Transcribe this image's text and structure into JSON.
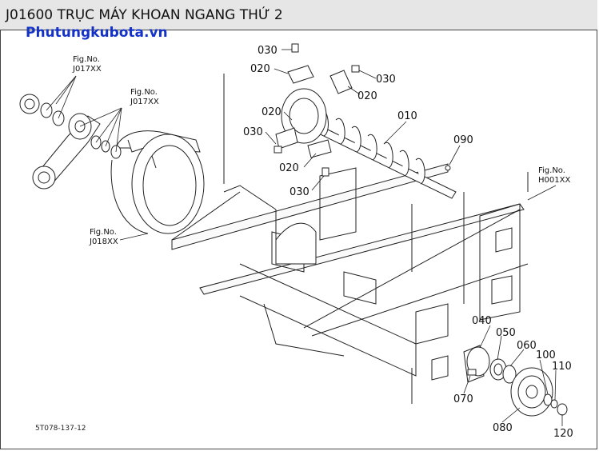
{
  "header": {
    "title": "J01600 TRỤC MÁY KHOAN NGANG THỨ 2"
  },
  "watermark": "Phutungkubota.vn",
  "figure_refs": [
    {
      "id": "fig-j017-a",
      "label": "Fig.No.",
      "code": "J017XX"
    },
    {
      "id": "fig-j017-b",
      "label": "Fig.No.",
      "code": "J017XX"
    },
    {
      "id": "fig-j018",
      "label": "Fig.No.",
      "code": "J018XX"
    },
    {
      "id": "fig-h001",
      "label": "Fig.No.",
      "code": "H001XX"
    }
  ],
  "part_labels": {
    "p030_top": "030",
    "p020_top": "020",
    "p030_right": "030",
    "p020_right": "020",
    "p020_left": "020",
    "p030_left": "030",
    "p010": "010",
    "p090": "090",
    "p020_bottom": "020",
    "p030_bottom": "030",
    "p040": "040",
    "p050": "050",
    "p060": "060",
    "p100": "100",
    "p110": "110",
    "p070": "070",
    "p080": "080",
    "p120": "120"
  },
  "footer": {
    "drawing_code": "5T078-137-12"
  }
}
